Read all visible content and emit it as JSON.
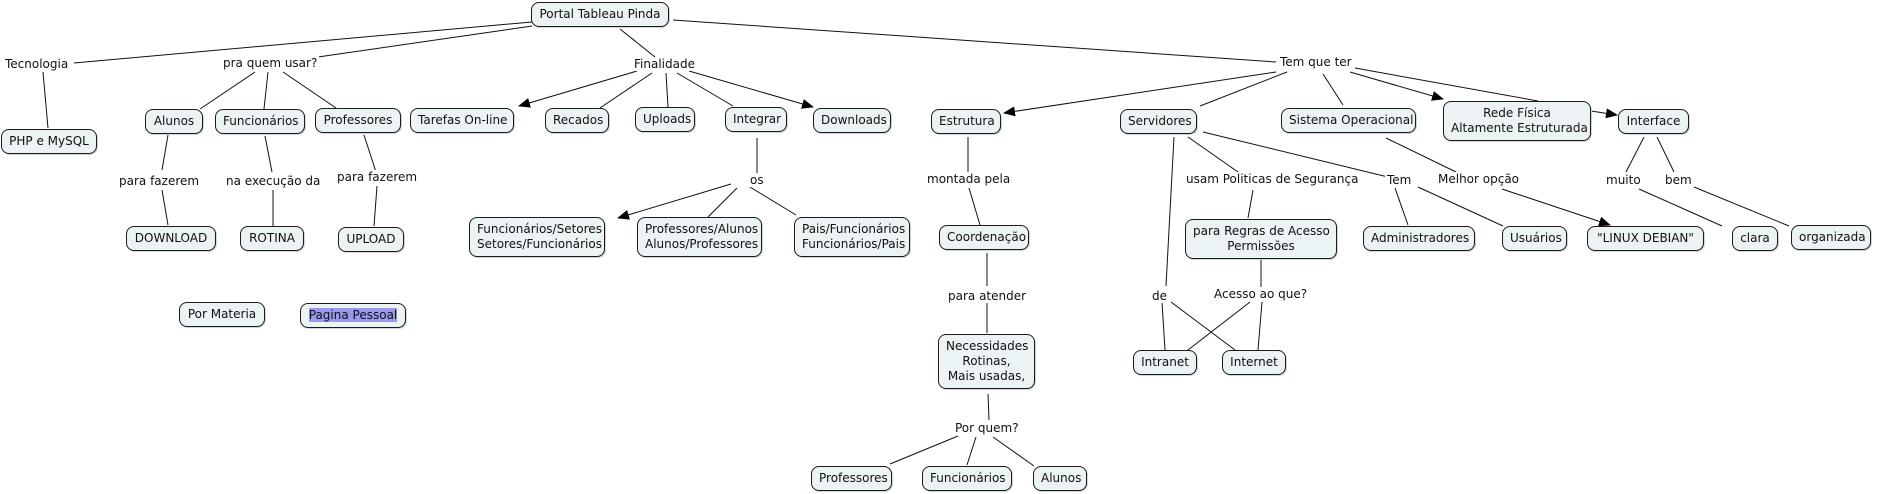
{
  "diagram": {
    "title": "Portal Tableau Pinda",
    "nodes": {
      "root": "Portal Tableau Pinda",
      "php": "PHP e MySQL",
      "alunos": "Alunos",
      "funcionarios": "Funcionários",
      "professores": "Professores",
      "download": "DOWNLOAD",
      "rotina": "ROTINA",
      "upload": "UPLOAD",
      "por_materia": "Por Materia",
      "pagina_pessoal": "Pagina Pessoal",
      "tarefas": "Tarefas On-line",
      "recados": "Recados",
      "uploads": "Uploads",
      "integrar": "Integrar",
      "downloads": "Downloads",
      "func_setores": [
        "Funcionários/Setores",
        "Setores/Funcionários"
      ],
      "prof_alunos": [
        "Professores/Alunos",
        "Alunos/Professores"
      ],
      "pais_func": [
        "Pais/Funcionários",
        "Funcionários/Pais"
      ],
      "estrutura": "Estrutura",
      "coordenacao": "Coordenação",
      "necessidades": [
        "Necessidades",
        "Rotinas,",
        "Mais usadas,"
      ],
      "professores2": "Professores",
      "funcionarios2": "Funcionários",
      "alunos2": "Alunos",
      "servidores": "Servidores",
      "regras": [
        "para Regras de Acesso",
        "Permissões"
      ],
      "intranet": "Intranet",
      "internet": "Internet",
      "sistema": "Sistema Operacional",
      "administradores": "Administradores",
      "usuarios": "Usuários",
      "linux": "\"LINUX DEBIAN\"",
      "rede": [
        "Rede Física",
        "Altamente Estruturada"
      ],
      "interface": "Interface",
      "clara": "clara",
      "organizada": "organizada"
    },
    "links": {
      "tecnologia": "Tecnologia",
      "pra_quem": "pra quem usar?",
      "finalidade": "Finalidade",
      "tem_que_ter": "Tem que ter",
      "para_fazerem1": "para fazerem",
      "na_execucao": "na execução da",
      "para_fazerem2": "para fazerem",
      "os": "os",
      "montada_pela": "montada pela",
      "para_atender": "para atender",
      "por_quem": "Por quem?",
      "usam_politicas": "usam Politicas de Segurança",
      "tem": "Tem",
      "melhor_opcao": "Melhor opção",
      "de": "de",
      "acesso": "Acesso ao que?",
      "muito": "muito",
      "bem": "bem"
    },
    "selected_node": "pagina_pessoal",
    "colors": {
      "node_fill": "#ecf3f5",
      "node_border": "#1b1b1b",
      "highlight": "#9999ee"
    }
  }
}
